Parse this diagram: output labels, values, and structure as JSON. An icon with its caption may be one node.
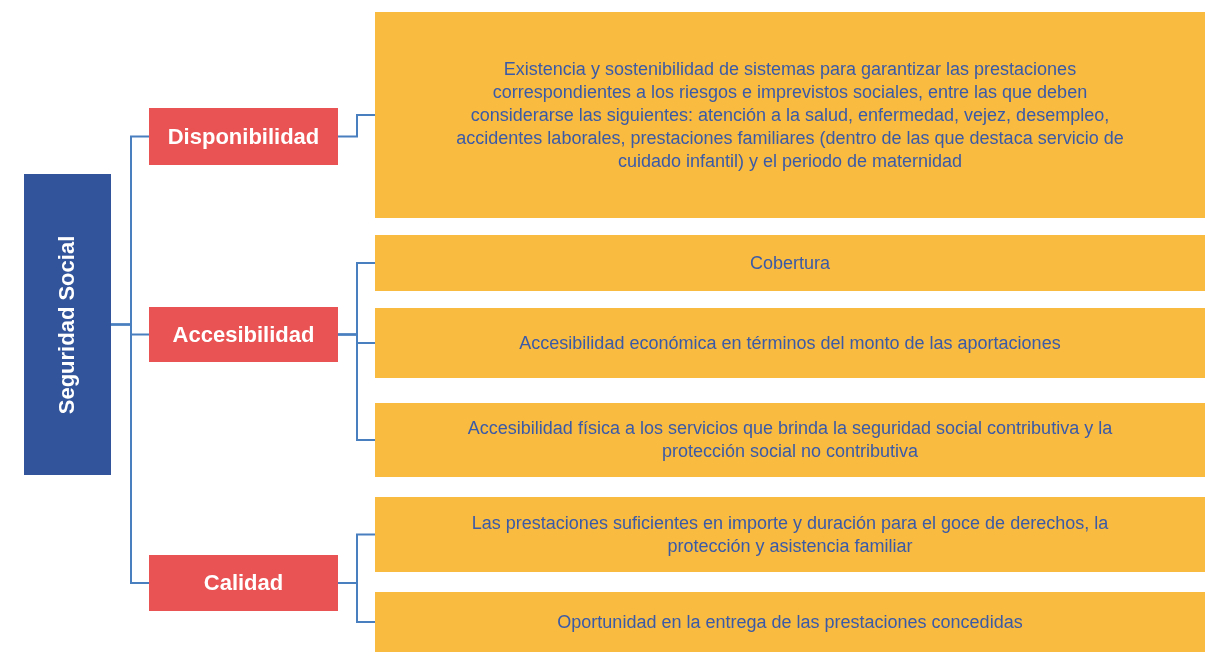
{
  "diagram": {
    "nodes": [
      {
        "text": [
          "Seguridad Social"
        ]
      },
      {
        "text": [
          "Disponibilidad"
        ]
      },
      {
        "text": [
          "Accesibilidad"
        ]
      },
      {
        "text": [
          "Calidad"
        ]
      },
      {
        "text": [
          "Existencia y sostenibilidad de sistemas para garantizar las prestaciones correspondientes a los riesgos e imprevistos sociales, entre las que deben considerarse las siguientes: atención a la salud, enfermedad, vejez, desempleo, accidentes laborales, prestaciones familiares (dentro de las que destaca servicio de cuidado infantil) y el periodo de maternidad"
        ]
      },
      {
        "text": [
          "Cobertura"
        ]
      },
      {
        "text": [
          "Accesibilidad económica en términos del monto de las aportaciones"
        ]
      },
      {
        "text": [
          "Accesibilidad física a los servicios que brinda la seguridad social contributiva y la protección social no contributiva"
        ]
      },
      {
        "text": [
          "Las prestaciones suficientes en importe y duración para el goce de derechos, la protección y asistencia familiar"
        ]
      },
      {
        "text": [
          "Oportunidad en la entrega de las prestaciones concedidas"
        ]
      }
    ],
    "edges": [
      {
        "from": 0,
        "to": 1,
        "arrow": "none"
      },
      {
        "from": 0,
        "to": 2,
        "arrow": "none"
      },
      {
        "from": 0,
        "to": 3,
        "arrow": "none"
      },
      {
        "from": 1,
        "to": 4,
        "arrow": "none"
      },
      {
        "from": 2,
        "to": 5,
        "arrow": "none"
      },
      {
        "from": 2,
        "to": 6,
        "arrow": "none"
      },
      {
        "from": 2,
        "to": 7,
        "arrow": "none"
      },
      {
        "from": 3,
        "to": 8,
        "arrow": "none"
      },
      {
        "from": 3,
        "to": 9,
        "arrow": "none"
      }
    ]
  }
}
